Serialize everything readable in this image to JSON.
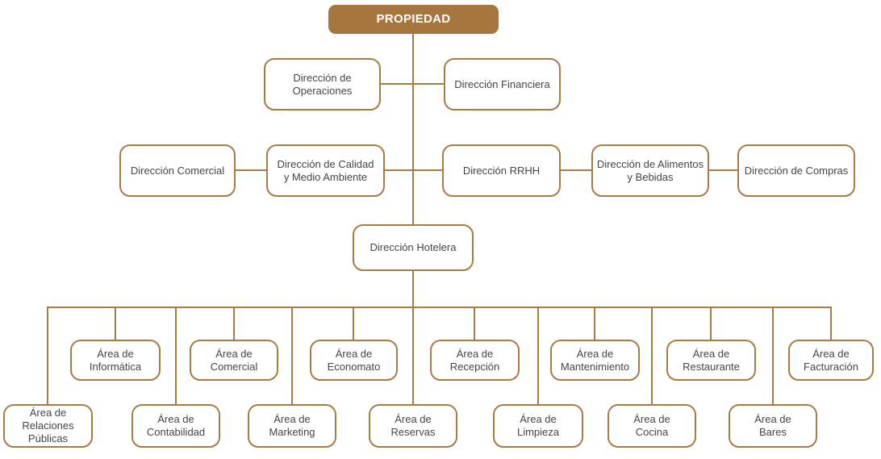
{
  "title": "Organigrama hotelero",
  "colors": {
    "line": "#A97B44",
    "root_bg": "#A6763E",
    "root_text": "#FFFFFF",
    "box_bg": "#FFFFFF",
    "text": "#454545"
  },
  "nodes": {
    "propiedad": {
      "label": "PROPIEDAD"
    },
    "operaciones": {
      "label": "Dirección de\nOperaciones"
    },
    "financiera": {
      "label": "Dirección Financiera"
    },
    "dir_comercial": {
      "label": "Dirección Comercial"
    },
    "calidad": {
      "label": "Dirección de Calidad\ny Medio Ambiente"
    },
    "rrhh": {
      "label": "Dirección RRHH"
    },
    "alimentos": {
      "label": "Dirección de Alimentos\ny Bebidas"
    },
    "compras": {
      "label": "Dirección de Compras"
    },
    "hotelera": {
      "label": "Dirección Hotelera"
    },
    "informatica": {
      "label": "Área de\nInformática"
    },
    "area_comercial": {
      "label": "Área de\nComercial"
    },
    "economato": {
      "label": "Área de\nEconomato"
    },
    "recepcion": {
      "label": "Área de\nRecepción"
    },
    "mantenimiento": {
      "label": "Área de\nMantenimiento"
    },
    "restaurante": {
      "label": "Área de\nRestaurante"
    },
    "facturacion": {
      "label": "Área de\nFacturación"
    },
    "relaciones": {
      "label": "Área de\nRelaciones\nPúblicas"
    },
    "contabilidad": {
      "label": "Área de\nContabilidad"
    },
    "marketing": {
      "label": "Área de\nMarketing"
    },
    "reservas": {
      "label": "Área de\nReservas"
    },
    "limpieza": {
      "label": "Área de\nLimpieza"
    },
    "cocina": {
      "label": "Área de\nCocina"
    },
    "bares": {
      "label": "Área de\nBares"
    }
  }
}
